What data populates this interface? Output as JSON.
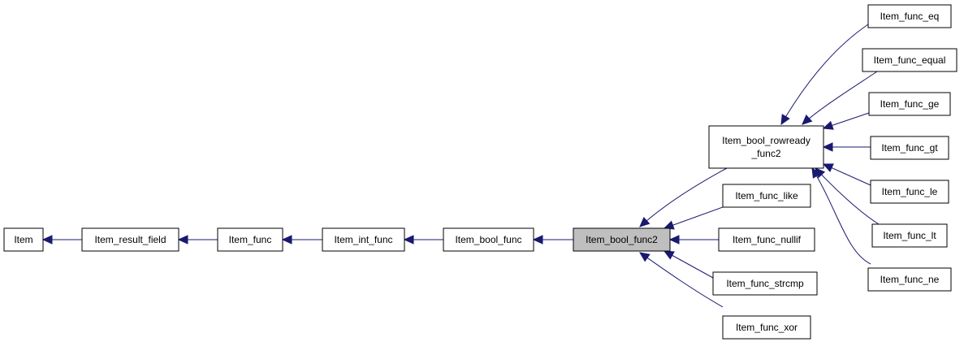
{
  "diagram": {
    "edge_color": "#191970",
    "highlight_fill": "#bfbfbf",
    "nodes": [
      {
        "id": "item",
        "lines": [
          "Item"
        ]
      },
      {
        "id": "item_result_field",
        "lines": [
          "Item_result_field"
        ]
      },
      {
        "id": "item_func",
        "lines": [
          "Item_func"
        ]
      },
      {
        "id": "item_int_func",
        "lines": [
          "Item_int_func"
        ]
      },
      {
        "id": "item_bool_func",
        "lines": [
          "Item_bool_func"
        ]
      },
      {
        "id": "item_bool_func2",
        "lines": [
          "Item_bool_func2"
        ],
        "highlight": true
      },
      {
        "id": "item_bool_rowready_func2",
        "lines": [
          "Item_bool_rowready",
          "_func2"
        ]
      },
      {
        "id": "item_func_like",
        "lines": [
          "Item_func_like"
        ]
      },
      {
        "id": "item_func_nullif",
        "lines": [
          "Item_func_nullif"
        ]
      },
      {
        "id": "item_func_strcmp",
        "lines": [
          "Item_func_strcmp"
        ]
      },
      {
        "id": "item_func_xor",
        "lines": [
          "Item_func_xor"
        ]
      },
      {
        "id": "item_func_eq",
        "lines": [
          "Item_func_eq"
        ]
      },
      {
        "id": "item_func_equal",
        "lines": [
          "Item_func_equal"
        ]
      },
      {
        "id": "item_func_ge",
        "lines": [
          "Item_func_ge"
        ]
      },
      {
        "id": "item_func_gt",
        "lines": [
          "Item_func_gt"
        ]
      },
      {
        "id": "item_func_le",
        "lines": [
          "Item_func_le"
        ]
      },
      {
        "id": "item_func_lt",
        "lines": [
          "Item_func_lt"
        ]
      },
      {
        "id": "item_func_ne",
        "lines": [
          "Item_func_ne"
        ]
      }
    ],
    "edges": [
      {
        "from": "item_result_field",
        "to": "item"
      },
      {
        "from": "item_func",
        "to": "item_result_field"
      },
      {
        "from": "item_int_func",
        "to": "item_func"
      },
      {
        "from": "item_bool_func",
        "to": "item_int_func"
      },
      {
        "from": "item_bool_func2",
        "to": "item_bool_func"
      },
      {
        "from": "item_bool_rowready_func2",
        "to": "item_bool_func2"
      },
      {
        "from": "item_func_like",
        "to": "item_bool_func2"
      },
      {
        "from": "item_func_nullif",
        "to": "item_bool_func2"
      },
      {
        "from": "item_func_strcmp",
        "to": "item_bool_func2"
      },
      {
        "from": "item_func_xor",
        "to": "item_bool_func2"
      },
      {
        "from": "item_func_eq",
        "to": "item_bool_rowready_func2"
      },
      {
        "from": "item_func_equal",
        "to": "item_bool_rowready_func2"
      },
      {
        "from": "item_func_ge",
        "to": "item_bool_rowready_func2"
      },
      {
        "from": "item_func_gt",
        "to": "item_bool_rowready_func2"
      },
      {
        "from": "item_func_le",
        "to": "item_bool_rowready_func2"
      },
      {
        "from": "item_func_lt",
        "to": "item_bool_rowready_func2"
      },
      {
        "from": "item_func_ne",
        "to": "item_bool_rowready_func2"
      }
    ]
  }
}
